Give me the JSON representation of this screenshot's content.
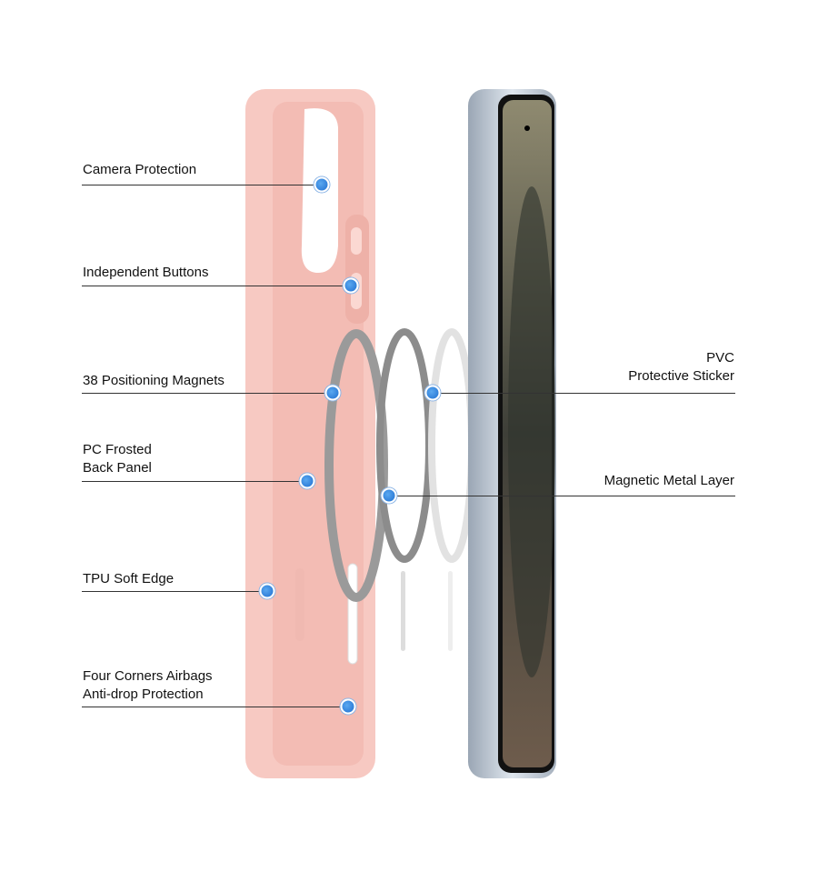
{
  "callouts_left": [
    {
      "label": [
        "Camera Protection"
      ]
    },
    {
      "label": [
        "Independent Buttons"
      ]
    },
    {
      "label": [
        "38 Positioning Magnets"
      ]
    },
    {
      "label": [
        "PC Frosted",
        "Back Panel"
      ]
    },
    {
      "label": [
        "TPU Soft Edge"
      ]
    },
    {
      "label": [
        "Four Corners Airbags",
        "Anti-drop Protection"
      ]
    }
  ],
  "callouts_right": [
    {
      "label": [
        "PVC",
        "Protective Sticker"
      ]
    },
    {
      "label": [
        "Magnetic Metal Layer"
      ]
    }
  ],
  "colors": {
    "case": "#f7c9c2",
    "dot": "#2a7bd8",
    "phone_frame": "#b9c4d0"
  }
}
